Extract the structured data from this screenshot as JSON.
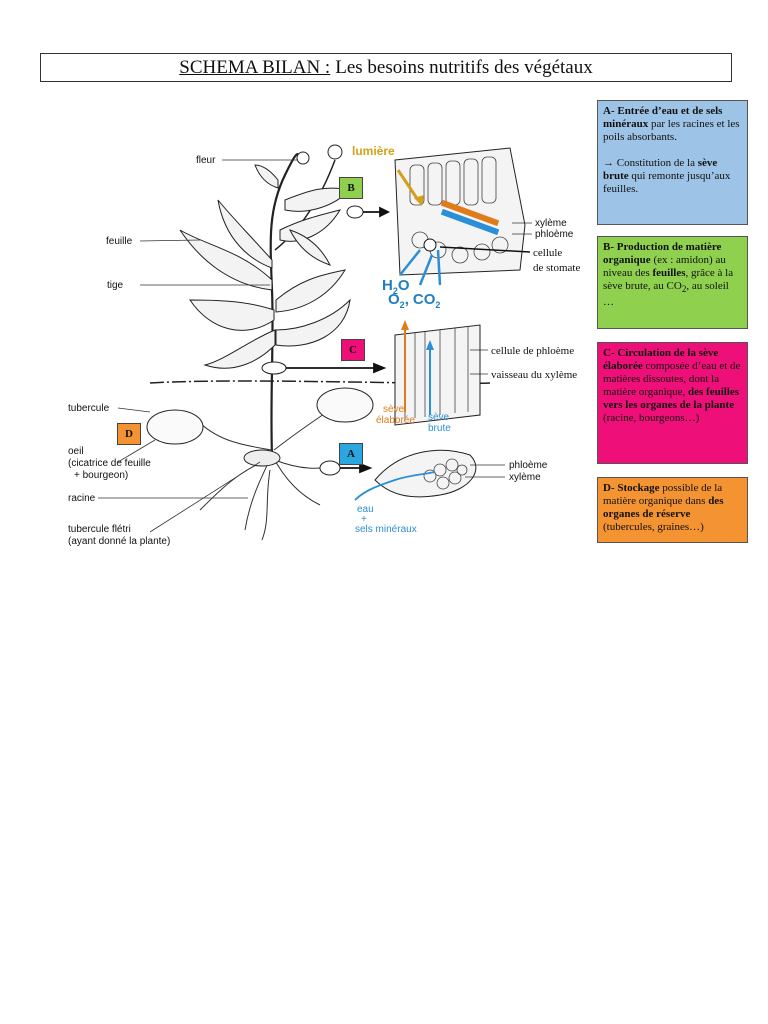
{
  "title": {
    "prefix": "SCHEMA BILAN :",
    "rest": "Les besoins nutritifs des végétaux"
  },
  "colors": {
    "a": "#9dc3e6",
    "b": "#8fd14f",
    "c": "#ef0f78",
    "d": "#f49331",
    "sap_elaboree": "#e07b1a",
    "sap_brute": "#2a8fd6",
    "light": "#d4a017"
  },
  "plant_labels": {
    "fleur": "fleur",
    "feuille": "feuille",
    "tige": "tige",
    "tubercule": "tubercule",
    "oeil_1": "oeil",
    "oeil_2": "(cicatrice de feuille",
    "oeil_3": "+ bourgeon)",
    "racine": "racine",
    "tubercule_fletri_1": "tubercule flétri",
    "tubercule_fletri_2": "(ayant donné la plante)"
  },
  "leaf_labels": {
    "lumiere": "lumière",
    "xyleme": "xylème",
    "phloeme": "phloème",
    "cellule": "cellule",
    "stomate": "de stomate",
    "h": "H",
    "h_sub": "2",
    "h_o": "O",
    "o": "O",
    "o_sub": "2",
    "comma": ",",
    "co": "CO",
    "co_sub": "2"
  },
  "stem_labels": {
    "cellule_phloeme": "cellule de phloème",
    "vaisseau_xyleme": "vaisseau du xylème",
    "seve_el_1": "sève",
    "seve_el_2": "élaborée",
    "seve_br_1": "sève",
    "seve_br_2": "brute"
  },
  "root_labels": {
    "phloeme": "phloème",
    "xyleme": "xylème",
    "eau_1": "eau",
    "eau_2": "+",
    "eau_3": "sels minéraux"
  },
  "badges": {
    "a": "A",
    "b": "B",
    "c": "C",
    "d": "D"
  },
  "boxes": {
    "a": {
      "b1": "A- Entrée d’eau et de sels minéraux",
      "t1": " par les racines et les poils absorbants.",
      "t2": "→ Constitution de la ",
      "b2": "sève brute",
      "t3": " qui remonte jusqu’aux feuilles."
    },
    "b": {
      "b1": "B- Production de matière organique",
      "t1": " (ex : amidon) au niveau des ",
      "b2": "feuilles",
      "t2": ", grâce à la sève brute, au CO",
      "sub": "2",
      "t3": ", au soleil …"
    },
    "c": {
      "b1": "C- Circulation de la sève élaborée",
      "t1": " composée d’eau et de matières dissoutes, dont la matière organique, ",
      "b2": "des feuilles vers les organes de la plante",
      "t2": " (racine, bourgeons…)"
    },
    "d": {
      "b1": "D- Stockage",
      "t1": " possible de la matière organique dans ",
      "b2": "des organes de réserve",
      "t2": " (tubercules, graines…)"
    }
  }
}
